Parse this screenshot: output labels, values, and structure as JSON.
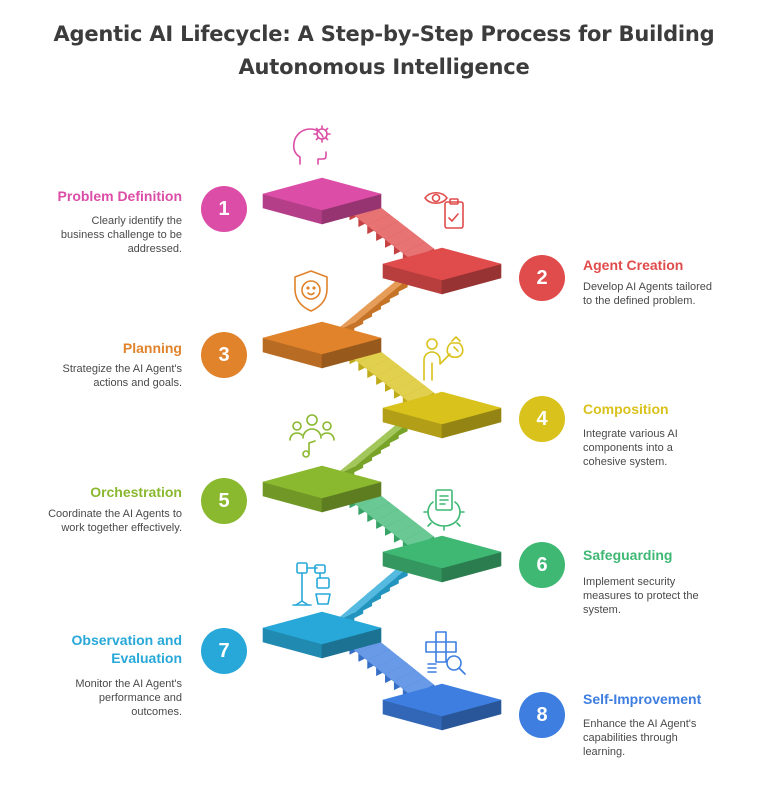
{
  "title_line1": "Agentic AI Lifecycle: A Step-by-Step Process for Building",
  "title_line2": "Autonomous Intelligence",
  "steps": [
    {
      "number": "1",
      "title": "Problem Definition",
      "desc": "Clearly identify the business challenge to be addressed.",
      "color": "#db4da6",
      "icon": "head-gear-icon"
    },
    {
      "number": "2",
      "title": "Agent Creation",
      "desc": "Develop AI Agents tailored to the defined problem.",
      "color": "#e04b4b",
      "icon": "eye-clipboard-icon"
    },
    {
      "number": "3",
      "title": "Planning",
      "desc": "Strategize the AI Agent's actions and goals.",
      "color": "#e0832b",
      "icon": "shield-face-icon"
    },
    {
      "number": "4",
      "title": "Composition",
      "desc": "Integrate various AI components into a cohesive system.",
      "color": "#d9c21c",
      "icon": "person-bag-icon"
    },
    {
      "number": "5",
      "title": "Orchestration",
      "desc": "Coordinate the AI Agents to work together effectively.",
      "color": "#8ab82f",
      "icon": "group-music-icon"
    },
    {
      "number": "6",
      "title": "Safeguarding",
      "desc": "Implement security measures to protect the system.",
      "color": "#3fb874",
      "icon": "gear-document-icon"
    },
    {
      "number": "7",
      "title": "Observation and Evaluation",
      "title_line1": "Observation and",
      "title_line2": "Evaluation",
      "desc": "Monitor the AI Agent's performance and outcomes.",
      "color": "#27a8d8",
      "icon": "robot-arm-icon"
    },
    {
      "number": "8",
      "title": "Self-Improvement",
      "desc": "Enhance the AI Agent's capabilities through learning.",
      "color": "#3d7ee0",
      "icon": "grid-magnifier-icon"
    }
  ]
}
